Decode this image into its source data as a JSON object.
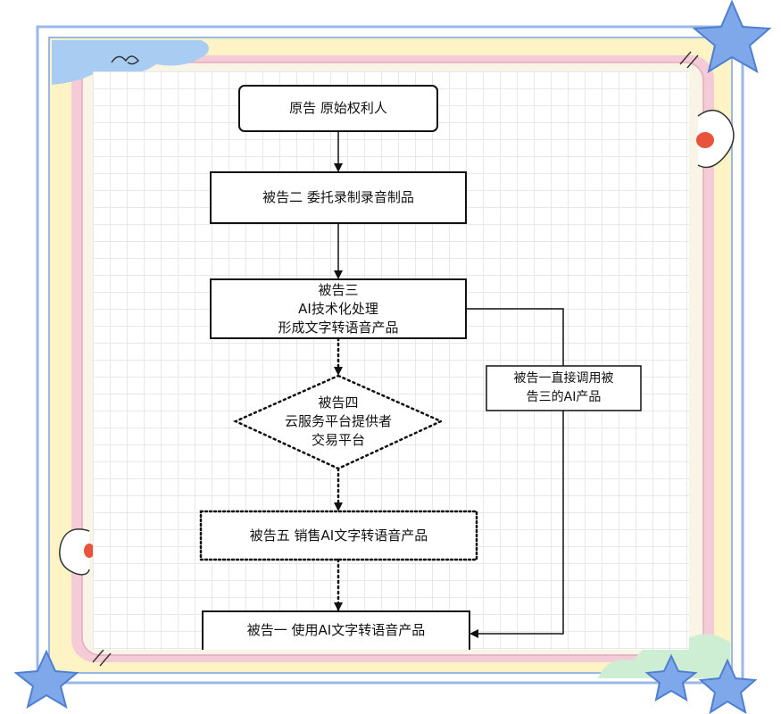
{
  "diagram": {
    "nodes": [
      {
        "id": "plaintiff",
        "text": "原告 原始权利人",
        "shape": "rounded-rect",
        "border": "solid"
      },
      {
        "id": "defendant2",
        "text": "被告二 委托录制录音制品",
        "shape": "rect",
        "border": "solid"
      },
      {
        "id": "defendant3",
        "text": "被告三\nAI技术化处理\n形成文字转语音产品",
        "shape": "rect",
        "border": "solid"
      },
      {
        "id": "defendant4",
        "text": "被告四\n云服务平台提供者\n交易平台",
        "shape": "diamond",
        "border": "dotted"
      },
      {
        "id": "defendant5",
        "text": "被告五 销售AI文字转语音产品",
        "shape": "rect",
        "border": "dotted"
      },
      {
        "id": "defendant1",
        "text": "被告一 使用AI文字转语音产品",
        "shape": "rect",
        "border": "solid"
      },
      {
        "id": "edge_label",
        "text": "被告一直接调用被\n告三的AI产品",
        "shape": "rect",
        "border": "solid"
      }
    ],
    "edges": [
      {
        "from": "plaintiff",
        "to": "defendant2",
        "style": "solid"
      },
      {
        "from": "defendant2",
        "to": "defendant3",
        "style": "solid"
      },
      {
        "from": "defendant3",
        "to": "defendant4",
        "style": "dotted"
      },
      {
        "from": "defendant4",
        "to": "defendant5",
        "style": "dotted"
      },
      {
        "from": "defendant5",
        "to": "defendant1",
        "style": "dotted"
      },
      {
        "from": "defendant3",
        "to": "defendant1",
        "style": "solid",
        "label": "edge_label"
      }
    ]
  },
  "colors": {
    "frame_blue": "#8fb3e8",
    "frame_pink": "#f2c6d3",
    "frame_yellow": "#fdf3c4",
    "star_blue": "#7ea8ea",
    "cloud_green": "#cdeed3",
    "ink": "#111111"
  }
}
